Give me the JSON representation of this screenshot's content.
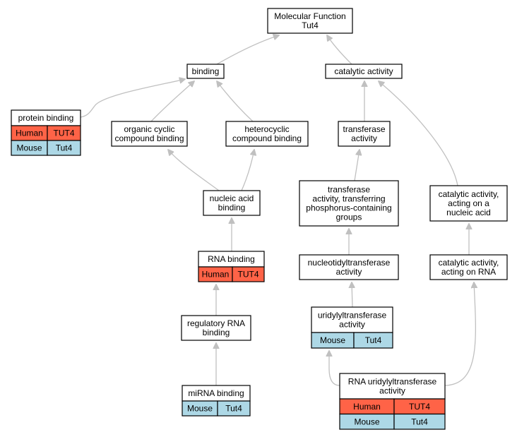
{
  "colors": {
    "human": "#ff6347",
    "mouse": "#add8e6",
    "edge": "#c0c0c0"
  },
  "nodes": {
    "molecular_function": {
      "lines": [
        "Molecular Function",
        "Tut4"
      ]
    },
    "binding": {
      "lines": [
        "binding"
      ]
    },
    "catalytic_activity": {
      "lines": [
        "catalytic activity"
      ]
    },
    "protein_binding": {
      "lines": [
        "protein binding"
      ],
      "rows": [
        {
          "species": "Human",
          "gene": "TUT4"
        },
        {
          "species": "Mouse",
          "gene": "Tut4"
        }
      ]
    },
    "organic_cyclic": {
      "lines": [
        "organic cyclic",
        "compound binding"
      ]
    },
    "heterocyclic": {
      "lines": [
        "heterocyclic",
        "compound binding"
      ]
    },
    "transferase": {
      "lines": [
        "transferase",
        "activity"
      ]
    },
    "nucleic_acid_binding": {
      "lines": [
        "nucleic acid",
        "binding"
      ]
    },
    "transferase_phos": {
      "lines": [
        "transferase",
        "activity, transferring",
        "phosphorus-containing",
        "groups"
      ]
    },
    "catalytic_nucleic": {
      "lines": [
        "catalytic activity,",
        "acting on a",
        "nucleic acid"
      ]
    },
    "rna_binding": {
      "lines": [
        "RNA binding"
      ],
      "rows": [
        {
          "species": "Human",
          "gene": "TUT4"
        }
      ]
    },
    "nucleotidyl": {
      "lines": [
        "nucleotidyltransferase",
        "activity"
      ]
    },
    "catalytic_rna": {
      "lines": [
        "catalytic activity,",
        "acting on RNA"
      ]
    },
    "regulatory_rna": {
      "lines": [
        "regulatory RNA",
        "binding"
      ]
    },
    "uridylyl": {
      "lines": [
        "uridylyltransferase",
        "activity"
      ],
      "rows": [
        {
          "species": "Mouse",
          "gene": "Tut4"
        }
      ]
    },
    "mirna_binding": {
      "lines": [
        "miRNA binding"
      ],
      "rows": [
        {
          "species": "Mouse",
          "gene": "Tut4"
        }
      ]
    },
    "rna_uridylyl": {
      "lines": [
        "RNA uridylyltransferase",
        "activity"
      ],
      "rows": [
        {
          "species": "Human",
          "gene": "TUT4"
        },
        {
          "species": "Mouse",
          "gene": "Tut4"
        }
      ]
    }
  },
  "edges": [
    {
      "from": "binding",
      "to": "molecular_function"
    },
    {
      "from": "catalytic_activity",
      "to": "molecular_function"
    },
    {
      "from": "protein_binding",
      "to": "binding"
    },
    {
      "from": "organic_cyclic",
      "to": "binding"
    },
    {
      "from": "heterocyclic",
      "to": "binding"
    },
    {
      "from": "transferase",
      "to": "catalytic_activity"
    },
    {
      "from": "catalytic_nucleic",
      "to": "catalytic_activity"
    },
    {
      "from": "nucleic_acid_binding",
      "to": "organic_cyclic"
    },
    {
      "from": "nucleic_acid_binding",
      "to": "heterocyclic"
    },
    {
      "from": "transferase_phos",
      "to": "transferase"
    },
    {
      "from": "rna_binding",
      "to": "nucleic_acid_binding"
    },
    {
      "from": "nucleotidyl",
      "to": "transferase_phos"
    },
    {
      "from": "catalytic_rna",
      "to": "catalytic_nucleic"
    },
    {
      "from": "regulatory_rna",
      "to": "rna_binding"
    },
    {
      "from": "uridylyl",
      "to": "nucleotidyl"
    },
    {
      "from": "mirna_binding",
      "to": "regulatory_rna"
    },
    {
      "from": "rna_uridylyl",
      "to": "uridylyl"
    },
    {
      "from": "rna_uridylyl",
      "to": "catalytic_rna"
    }
  ]
}
